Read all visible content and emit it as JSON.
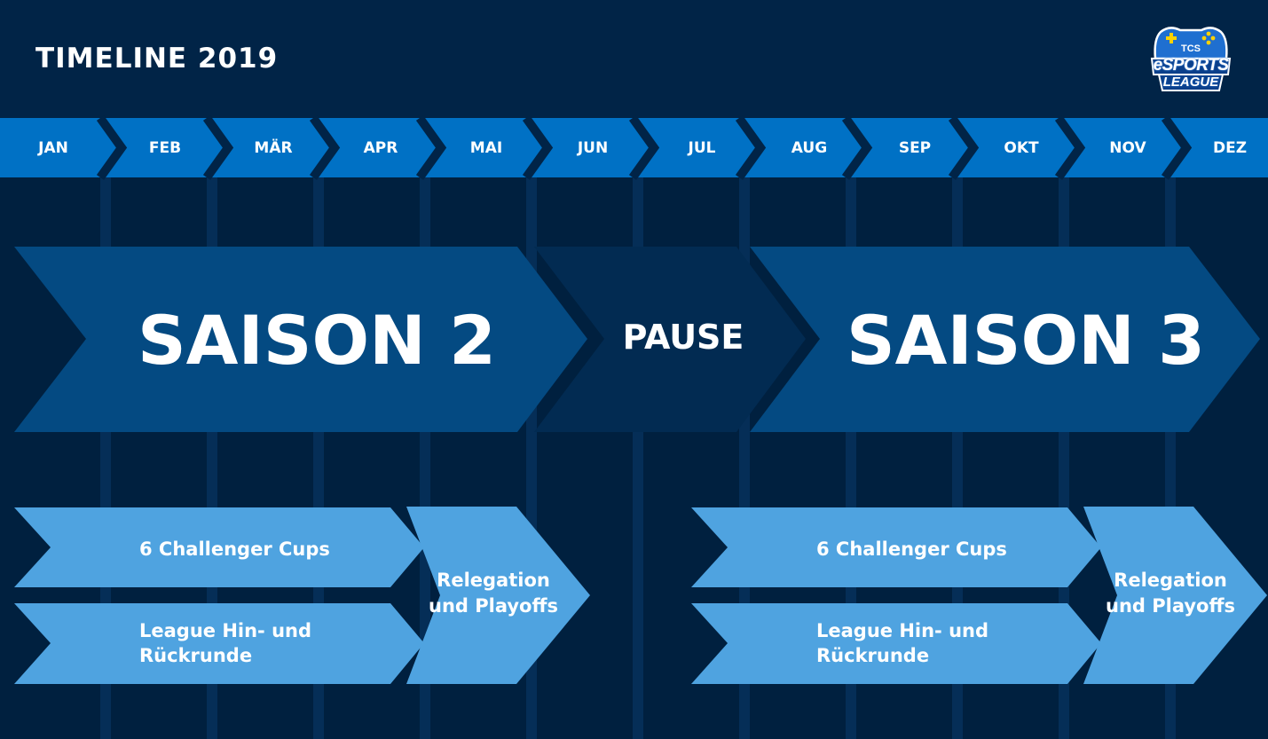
{
  "title": "TIMELINE 2019",
  "logo": {
    "top": "TCS",
    "middle": "eSPORTS",
    "bottom": "LEAGUE"
  },
  "months": [
    "JAN",
    "FEB",
    "MÄR",
    "APR",
    "MAI",
    "JUN",
    "JUL",
    "AUG",
    "SEP",
    "OKT",
    "NOV",
    "DEZ"
  ],
  "phases": [
    {
      "label": "SAISON 2"
    },
    {
      "label": "PAUSE"
    },
    {
      "label": "SAISON 3"
    }
  ],
  "season2_events": [
    {
      "lines": [
        "6 Challenger Cups"
      ]
    },
    {
      "lines": [
        "League Hin- und",
        "Rückrunde"
      ]
    },
    {
      "lines": [
        "Relegation",
        "und Playoffs"
      ]
    }
  ],
  "season3_events": [
    {
      "lines": [
        "6 Challenger Cups"
      ]
    },
    {
      "lines": [
        "League Hin- und",
        "Rückrunde"
      ]
    },
    {
      "lines": [
        "Relegation",
        "und Playoffs"
      ]
    }
  ],
  "colors": {
    "background": "#00203f",
    "header": "#012447",
    "month_band": "#0071c5",
    "season": "#044a82",
    "pause": "#022b52",
    "event": "#4fa3e0",
    "gridline": "#052e57"
  }
}
